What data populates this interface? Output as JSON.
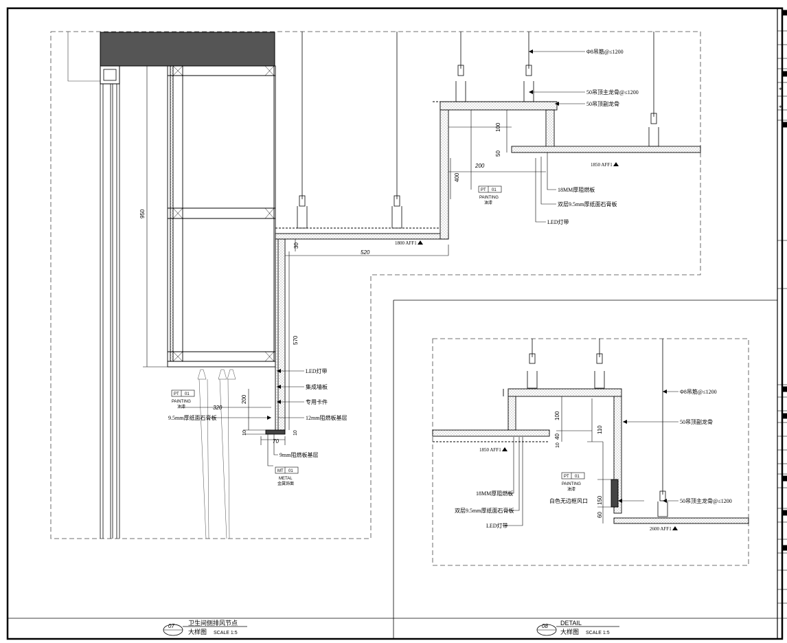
{
  "left_detail": {
    "dim_950": "950",
    "dim_30": "30",
    "dim_520": "520",
    "dim_570": "570",
    "dim_200_upper": "200",
    "dim_100": "100",
    "dim_50": "50",
    "dim_400": "400",
    "dim_320": "320",
    "dim_200_lower": "200",
    "dim_10_a": "10",
    "dim_10_b": "10",
    "dim_70": "70",
    "level_upper": "1850 AFF1",
    "level_lower": "1800 AFF1",
    "callout_rod": "Φ8吊筋@≤1200",
    "callout_main_keel": "50吊顶主龙骨@≤1200",
    "callout_sub_keel": "50吊顶副龙骨",
    "callout_board_18": "18MM厚阻燃板",
    "callout_double_gypsum": "双层9.5mm厚纸面石膏板",
    "callout_led_upper": "LED灯带",
    "callout_led": "LED灯带",
    "callout_wall_panel": "集成墙板",
    "callout_clip": "专用卡件",
    "callout_board_12": "12mm阻燃板基层",
    "callout_gypsum_95": "9.5mm厚纸面石膏板",
    "callout_board_9": "9mm阻燃板基层",
    "tag_pt_upper": {
      "code": "PT",
      "num": "01",
      "en": "PAINTING",
      "cn": "油漆"
    },
    "tag_pt_lower": {
      "code": "PT",
      "num": "01",
      "en": "PAINTING",
      "cn": "油漆"
    },
    "tag_mt": {
      "code": "MT",
      "num": "01",
      "en": "METAL",
      "cn": "金属饰面"
    },
    "title_number": "07",
    "title_main": "卫生间侧排风节点",
    "title_sub": "大样图",
    "title_scale": "SCALE  1:5"
  },
  "right_detail": {
    "dim_100": "100",
    "dim_40": "40",
    "dim_10": "10",
    "dim_110": "110",
    "dim_150": "150",
    "dim_60": "60",
    "level_left": "1850 AFF1",
    "level_right": "2600 AFF1",
    "callout_rod": "Φ8吊筋@≤1200",
    "callout_sub_keel": "50吊顶副龙骨",
    "callout_main_keel": "50吊顶主龙骨@≤1200",
    "callout_board_18": "18MM厚阻燃板",
    "callout_double_gypsum": "双层9.5mm厚纸面石膏板",
    "callout_led": "LED灯带",
    "callout_vent": "白色无边框风口",
    "tag_pt": {
      "code": "PT",
      "num": "01",
      "en": "PAINTING",
      "cn": "油漆"
    },
    "title_number": "08",
    "title_main": "DETAIL",
    "title_sub": "大样图",
    "title_scale": "SCALE  1:5"
  },
  "title_block": {
    "asterisk_1": "*",
    "asterisk_2": "*"
  }
}
